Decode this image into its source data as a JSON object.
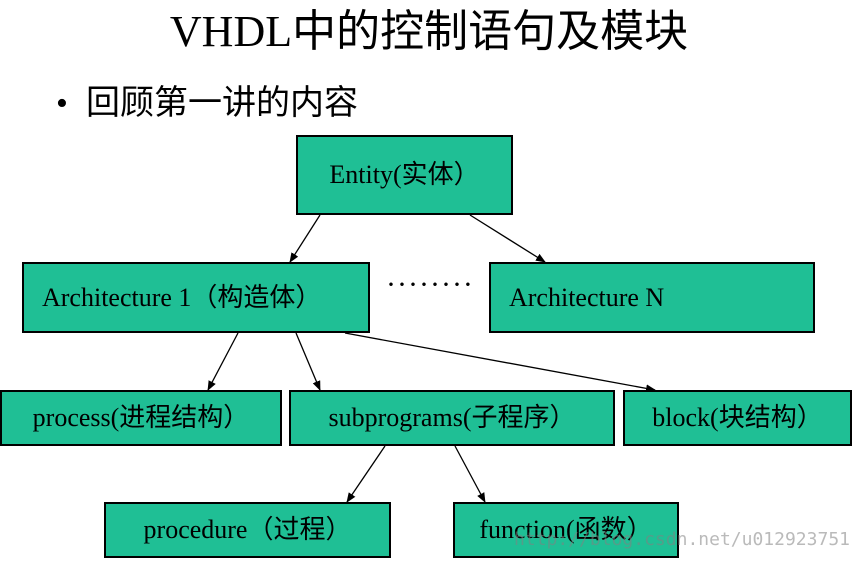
{
  "title": "VHDL中的控制语句及模块",
  "bullet": {
    "marker": "•",
    "text": "回顾第一讲的内容"
  },
  "diagram": {
    "entity": "Entity(实体）",
    "architecture_1": "Architecture 1（构造体）",
    "ellipsis": "········",
    "architecture_n": "Architecture N",
    "process": "process(进程结构）",
    "subprograms": "subprograms(子程序）",
    "block": "block(块结构）",
    "procedure": "procedure（过程）",
    "function": "function(函数）"
  },
  "watermark": "http://blog.csdn.net/u012923751",
  "colors": {
    "node_fill": "#1fbf95",
    "node_border": "#000000"
  }
}
